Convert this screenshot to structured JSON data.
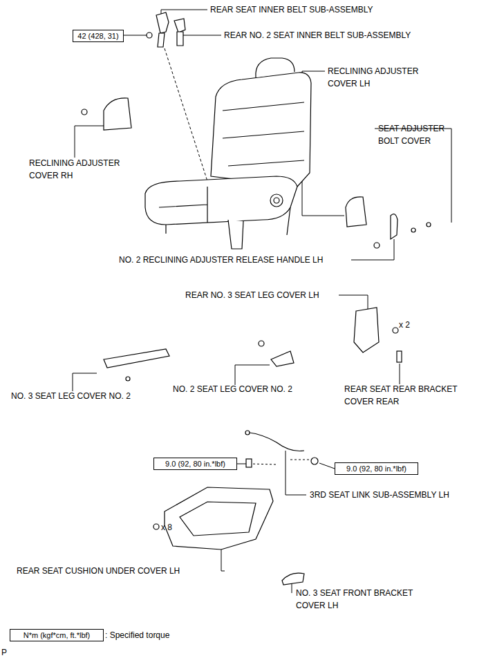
{
  "diagram": {
    "nodes": [
      {
        "text": [
          "42 (428, 31)"
        ]
      },
      {
        "text": [
          "9.0 (92, 80 in.*lbf)"
        ]
      },
      {
        "text": [
          "9.0 (92, 80 in.*lbf)"
        ]
      },
      {
        "text": [
          "N*m (kgf*cm, ft.*lbf)"
        ]
      }
    ],
    "labels": [
      "REAR SEAT INNER BELT SUB-ASSEMBLY",
      "REAR NO. 2 SEAT INNER BELT SUB-ASSEMBLY",
      "RECLINING ADJUSTER COVER LH",
      "SEAT ADJUSTER BOLT COVER",
      "RECLINING ADJUSTER COVER RH",
      "NO. 2 RECLINING ADJUSTER RELEASE HANDLE LH",
      "REAR NO. 3 SEAT LEG COVER LH",
      "x 2",
      "NO. 3 SEAT LEG COVER NO. 2",
      "NO. 2 SEAT LEG COVER NO. 2",
      "REAR SEAT REAR BRACKET COVER REAR",
      "3RD SEAT LINK SUB-ASSEMBLY LH",
      "x 8",
      "REAR SEAT CUSHION UNDER COVER LH",
      "NO. 3 SEAT FRONT BRACKET COVER LH",
      ": Specified torque",
      "P"
    ]
  }
}
